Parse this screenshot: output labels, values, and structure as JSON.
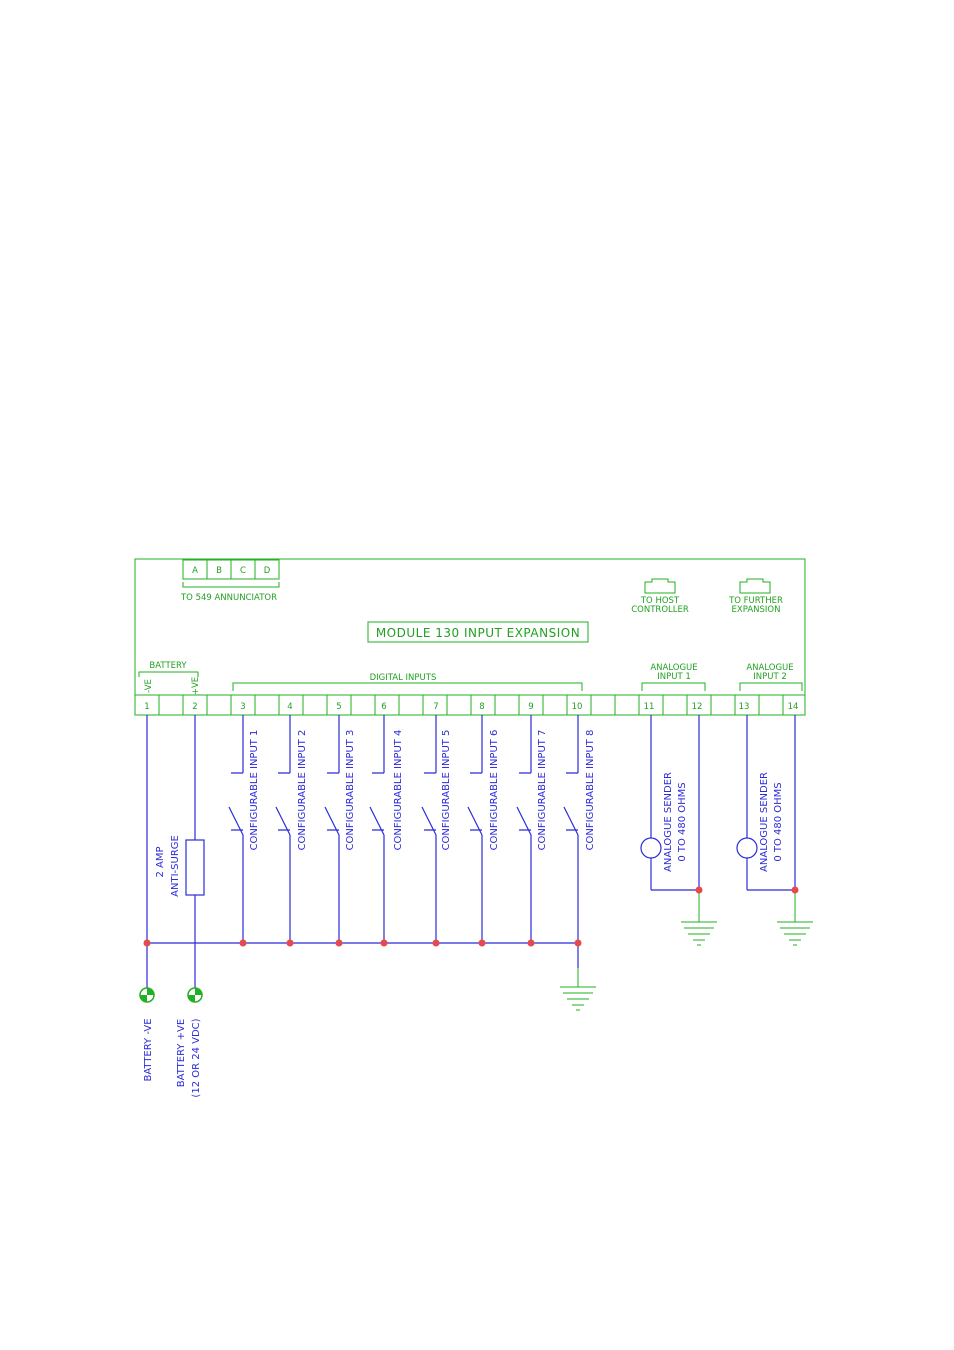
{
  "module_title": "MODULE 130 INPUT EXPANSION",
  "annunciator": {
    "terminals": [
      "A",
      "B",
      "C",
      "D"
    ],
    "label": "TO 549 ANNUNCIATOR"
  },
  "host_connector": {
    "line1": "TO HOST",
    "line2": "CONTROLLER"
  },
  "expansion_connector": {
    "line1": "TO FURTHER",
    "line2": "EXPANSION"
  },
  "battery_group": {
    "label": "BATTERY",
    "neg": "-VE",
    "pos": "+VE"
  },
  "digital_group_label": "DIGITAL INPUTS",
  "analogue_group_1": {
    "line1": "ANALOGUE",
    "line2": "INPUT 1"
  },
  "analogue_group_2": {
    "line1": "ANALOGUE",
    "line2": "INPUT 2"
  },
  "terminals": [
    "1",
    "2",
    "3",
    "4",
    "5",
    "6",
    "7",
    "8",
    "9",
    "10",
    "11",
    "12",
    "13",
    "14"
  ],
  "configurable_inputs": [
    "CONFIGURABLE INPUT 1",
    "CONFIGURABLE INPUT 2",
    "CONFIGURABLE INPUT 3",
    "CONFIGURABLE INPUT 4",
    "CONFIGURABLE INPUT 5",
    "CONFIGURABLE INPUT 6",
    "CONFIGURABLE INPUT 7",
    "CONFIGURABLE INPUT 8"
  ],
  "fuse": {
    "line1": "2 AMP",
    "line2": "ANTI-SURGE"
  },
  "senders": [
    {
      "line1": "ANALOGUE SENDER",
      "line2": "0 TO 480 OHMS"
    },
    {
      "line1": "ANALOGUE SENDER",
      "line2": "0 TO 480 OHMS"
    }
  ],
  "battery_neg_label": "BATTERY -VE",
  "battery_pos_label": {
    "line1": "BATTERY +VE",
    "line2": "(12 OR 24 VDC)"
  },
  "colors": {
    "module": "#22b022",
    "wiring": "#2b2bd8",
    "node": "#e64a4a",
    "earth": "#22b022"
  }
}
